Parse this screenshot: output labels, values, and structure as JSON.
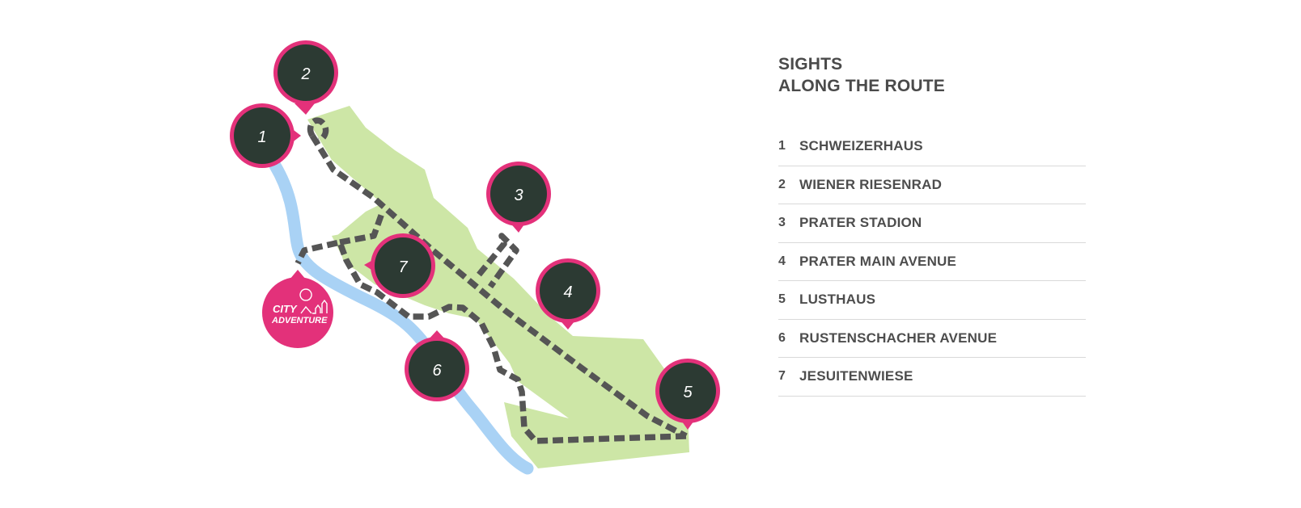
{
  "heading": {
    "line1": "SIGHTS",
    "line2": "ALONG THE ROUTE"
  },
  "logo": {
    "line1": "CITY",
    "line2": "ADVENTURE"
  },
  "sights": [
    {
      "number": "1",
      "name": "SCHWEIZERHAUS"
    },
    {
      "number": "2",
      "name": "WIENER RIESENRAD"
    },
    {
      "number": "3",
      "name": "PRATER STADION"
    },
    {
      "number": "4",
      "name": "PRATER MAIN AVENUE"
    },
    {
      "number": "5",
      "name": "LUSTHAUS"
    },
    {
      "number": "6",
      "name": "RUSTENSCHACHER AVENUE"
    },
    {
      "number": "7",
      "name": "JESUITENWIESE"
    }
  ],
  "colors": {
    "park": "#cde6a6",
    "river": "#a9d2f5",
    "route": "#555555",
    "pin": "#e3317a",
    "photo": "#2c3a33"
  }
}
